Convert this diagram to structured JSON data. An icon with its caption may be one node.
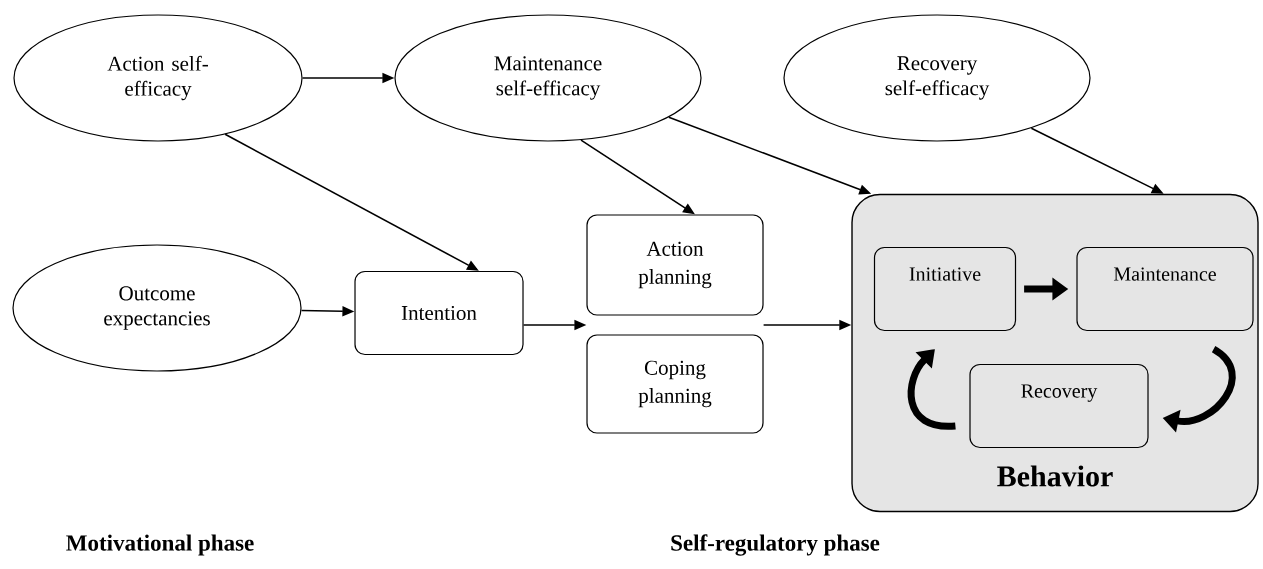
{
  "diagram": {
    "nodes": [
      {
        "text": [
          "Action self-efficacy"
        ]
      },
      {
        "text": [
          "Maintenance self-efficacy"
        ]
      },
      {
        "text": [
          "Recovery self-efficacy"
        ]
      },
      {
        "text": [
          "Outcome expectancies"
        ]
      },
      {
        "text": [
          "Intention"
        ]
      },
      {
        "text": [
          "Action planning"
        ]
      },
      {
        "text": [
          "Coping planning"
        ]
      },
      {
        "text": [
          "Behavior"
        ]
      },
      {
        "text": [
          "Initiative"
        ],
        "in": 7
      },
      {
        "text": [
          "Maintenance"
        ],
        "in": 7
      },
      {
        "text": [
          "Recovery"
        ],
        "in": 7
      }
    ],
    "edges": [
      {
        "from": 0,
        "to": 1,
        "arrow": "to"
      },
      {
        "from": 0,
        "to": 4,
        "arrow": "to"
      },
      {
        "from": 1,
        "to": 5,
        "arrow": "to"
      },
      {
        "from": 1,
        "to": 7,
        "arrow": "to"
      },
      {
        "from": 2,
        "to": 7,
        "arrow": "to"
      },
      {
        "from": 3,
        "to": 4,
        "arrow": "to"
      },
      {
        "from": 4,
        "to": 5,
        "arrow": "to"
      },
      {
        "from": 4,
        "to": 6,
        "arrow": "to"
      },
      {
        "from": 5,
        "to": 7,
        "arrow": "to"
      },
      {
        "from": 6,
        "to": 7,
        "arrow": "to"
      },
      {
        "from": 8,
        "to": 9,
        "arrow": "to",
        "style": "thick"
      },
      {
        "from": 9,
        "to": 10,
        "arrow": "to",
        "style": "thick"
      },
      {
        "from": 10,
        "to": 8,
        "arrow": "to",
        "style": "thick"
      }
    ],
    "labels": [
      "Motivational phase",
      "Self-regulatory phase"
    ]
  }
}
